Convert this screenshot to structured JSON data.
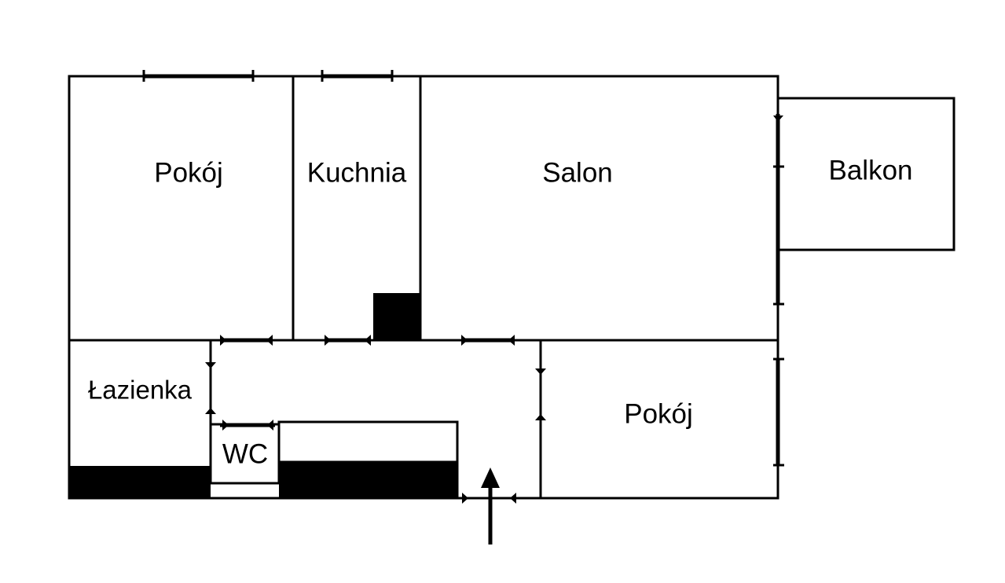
{
  "plan": {
    "rooms": {
      "pokoj_1": "Pokój",
      "kuchnia": "Kuchnia",
      "salon": "Salon",
      "balkon": "Balkon",
      "lazienka": "Łazienka",
      "wc": "WC",
      "pokoj_2": "Pokój"
    },
    "colors": {
      "wall": "#000000",
      "background": "#ffffff"
    }
  }
}
